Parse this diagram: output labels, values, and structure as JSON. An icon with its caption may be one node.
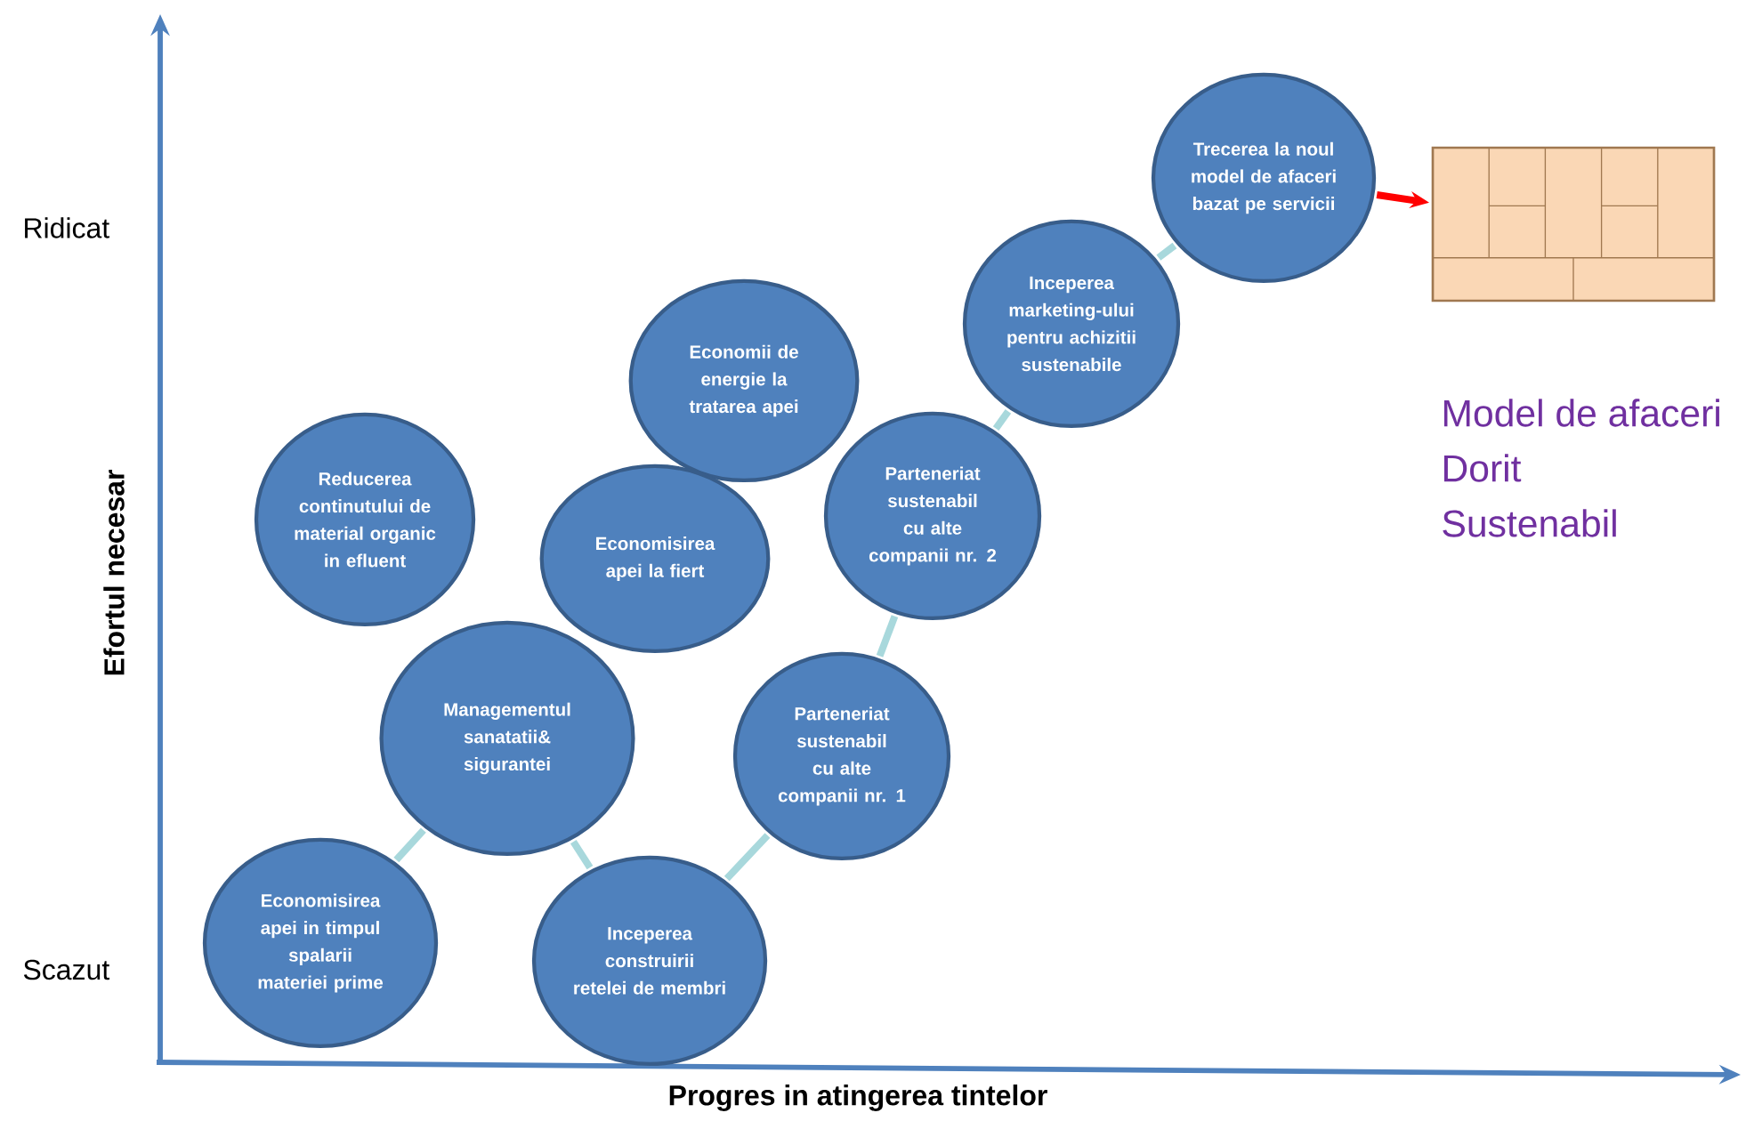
{
  "diagram": {
    "nodes": [
      {
        "text": [
          "Reducerea continutului de material organic in efluent"
        ]
      },
      {
        "text": [
          "Economii de energie la tratarea apei"
        ]
      },
      {
        "text": [
          "Economisirea apei la fiert"
        ]
      },
      {
        "text": [
          "Managementul sanatatii& sigurantei"
        ]
      },
      {
        "text": [
          "Economisirea apei in timpul spalarii materiei prime"
        ]
      },
      {
        "text": [
          "Inceperea construirii retelei de membri"
        ]
      },
      {
        "text": [
          "Parteneriat sustenabil  cu alte companii nr. 1"
        ]
      },
      {
        "text": [
          "Parteneriat sustenabil  cu alte companii nr. 2"
        ]
      },
      {
        "text": [
          "Inceperea marketing-ului pentru achizitii sustenabile"
        ]
      },
      {
        "text": [
          "Trecerea la noul model de afaceri bazat pe servicii"
        ]
      },
      {
        "text": [],
        "shape": "picture"
      }
    ],
    "edges": [
      {
        "from": 3,
        "to": 4,
        "arrow": "none"
      },
      {
        "from": 3,
        "to": 5,
        "arrow": "none"
      },
      {
        "from": 5,
        "to": 6,
        "arrow": "none"
      },
      {
        "from": 6,
        "to": 7,
        "arrow": "none"
      },
      {
        "from": 7,
        "to": 8,
        "arrow": "none"
      },
      {
        "from": 8,
        "to": 9,
        "arrow": "none"
      },
      {
        "from": 9,
        "to": 10,
        "arrow": "to",
        "color": "#ff0000"
      }
    ],
    "labels": [
      "Ridicat",
      "Model de afaceri",
      "Dorit",
      "Sustenabil",
      "Efortul necesar",
      "Scazut",
      "Progres in atingerea tintelor"
    ]
  }
}
